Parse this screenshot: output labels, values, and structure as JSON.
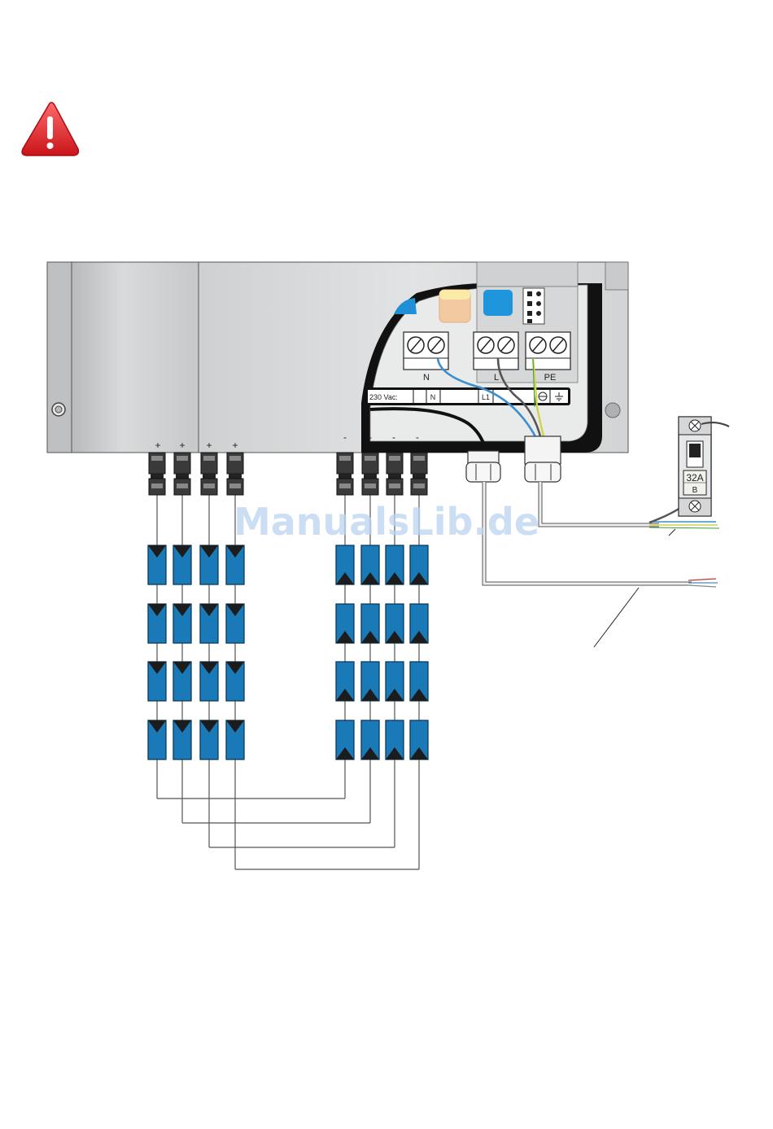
{
  "terminals": {
    "n": "N",
    "l": "L",
    "pe": "PE"
  },
  "strip": {
    "label": "230 Vac:",
    "n": "N",
    "l1": "L1"
  },
  "polarity": {
    "plus": "+",
    "minus": "-"
  },
  "breaker": {
    "rating": "32A",
    "curve": "B"
  },
  "watermark": "ManualsLib.de",
  "icons": {
    "warning": "warning-triangle-icon",
    "earth": "earth-icon",
    "ground": "ground-icon"
  },
  "colors": {
    "panel": "#1a7ab8",
    "warning": "#e0262b",
    "housing": "#d8d9da",
    "wire_blue": "#3a8fd0",
    "wire_yellow": "#cfd44a"
  }
}
